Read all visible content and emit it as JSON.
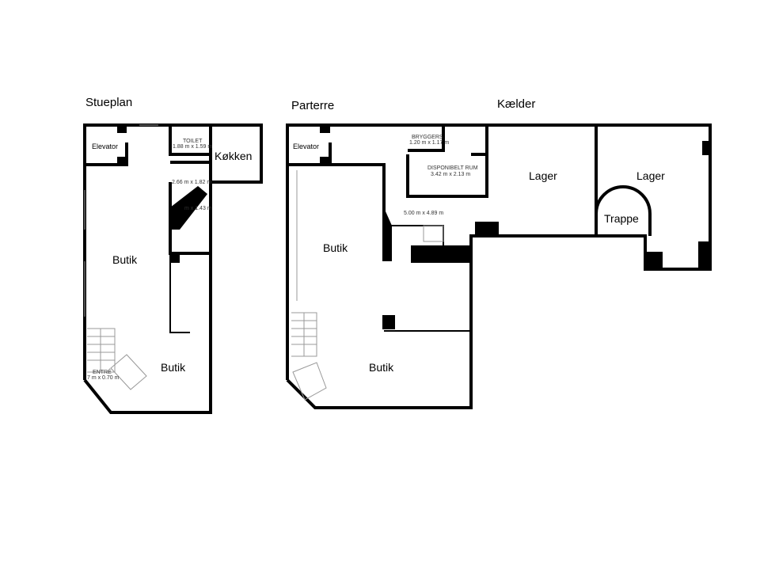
{
  "plans": {
    "stueplan": {
      "title": "Stueplan",
      "rooms": {
        "elevator": "Elevator",
        "kitchen": "Køkken",
        "shop_upper": "Butik",
        "shop_lower": "Butik",
        "toilet": "TOILET",
        "toilet_size": "1.88 m x 1.59 m",
        "hall_size": "2.66 m x 1.82 m",
        "stair_size": "m x 1.43 m",
        "entrance": "ENTRÉ",
        "entrance_size": "7 m x 0.70 m"
      }
    },
    "parterre": {
      "title": "Parterre",
      "rooms": {
        "elevator": "Elevator",
        "shop_upper": "Butik",
        "shop_lower": "Butik",
        "bryggers": "BRYGGERS",
        "bryggers_size": "1.20 m x 1.17 m",
        "storage": "DISPONIBELT RUM",
        "storage_size": "3.42 m x 2.13 m",
        "hall_size": "5.00 m x 4.89 m"
      }
    },
    "kaelder": {
      "title": "Kælder",
      "rooms": {
        "storage_left": "Lager",
        "storage_right": "Lager",
        "stairs": "Trappe"
      }
    }
  }
}
